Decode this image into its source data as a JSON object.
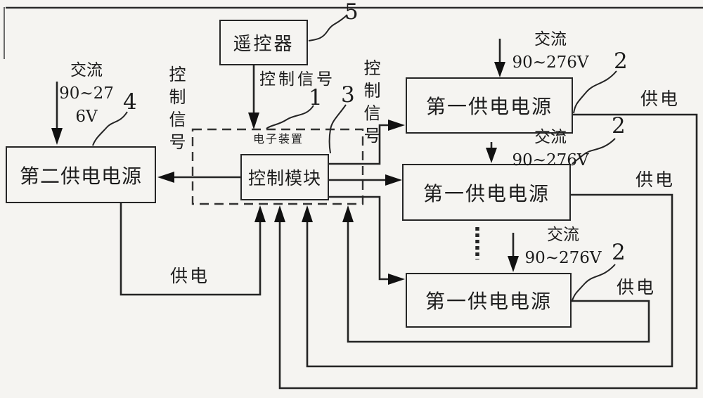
{
  "boxes": {
    "remote": "遥控器",
    "electronic_device": "电子装置",
    "control_module": "控制模块",
    "second_supply": "第二供电电源",
    "first_supply": "第一供电电源"
  },
  "labels": {
    "control_signal": "控制信号",
    "supply": "供电",
    "ac": "交流",
    "ac_range": "90~276V",
    "ac_range_wrap_line1": "90~27",
    "ac_range_wrap_line2": "6V"
  },
  "ref_numbers": {
    "electronic_device": "1",
    "first_supply": "2",
    "control_module": "3",
    "second_supply": "4",
    "remote": "5"
  }
}
